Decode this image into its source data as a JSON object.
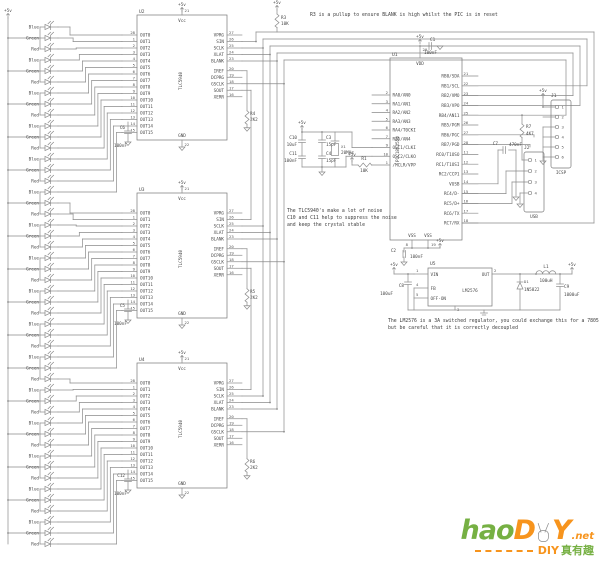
{
  "power": {
    "vcc": "+5v",
    "vin": "+9v"
  },
  "notes": {
    "pullup": "R3 is a pullup to ensure BLANK is high whilst the PIC is in reset",
    "noise_l1": "The TLC5940's make a lot of noise",
    "noise_l2": "C10 and C11 help to suppress the noise",
    "noise_l3": "and keep the crystal stable",
    "reg_l1": "The LM2576 is a 3A switched regulator, you could exchange this for a 7805",
    "reg_l2": "but be careful that it is correctly decoupled"
  },
  "leds": {
    "colors": [
      "Blue",
      "Green",
      "Red"
    ],
    "group_count": 16
  },
  "tlc": {
    "part": "TLC5940",
    "chips": [
      {
        "ref": "U2",
        "cap_ref": "C6",
        "cap_val": "100nF",
        "res_ref": "R4",
        "res_val": "2K2"
      },
      {
        "ref": "U3",
        "cap_ref": "C5",
        "cap_val": "100nF",
        "res_ref": "R5",
        "res_val": "2K2"
      },
      {
        "ref": "U4",
        "cap_ref": "C12",
        "cap_val": "100nF",
        "res_ref": "R6",
        "res_val": "2K2"
      }
    ],
    "left_pins": [
      {
        "num": "28",
        "name": "OUT0"
      },
      {
        "num": "1",
        "name": "OUT1"
      },
      {
        "num": "2",
        "name": "OUT2"
      },
      {
        "num": "3",
        "name": "OUT3"
      },
      {
        "num": "4",
        "name": "OUT4"
      },
      {
        "num": "5",
        "name": "OUT5"
      },
      {
        "num": "6",
        "name": "OUT6"
      },
      {
        "num": "7",
        "name": "OUT7"
      },
      {
        "num": "8",
        "name": "OUT8"
      },
      {
        "num": "9",
        "name": "OUT9"
      },
      {
        "num": "10",
        "name": "OUT10"
      },
      {
        "num": "11",
        "name": "OUT11"
      },
      {
        "num": "12",
        "name": "OUT12"
      },
      {
        "num": "13",
        "name": "OUT13"
      },
      {
        "num": "14",
        "name": "OUT14"
      },
      {
        "num": "15",
        "name": "OUT15"
      }
    ],
    "right_pins": [
      {
        "num": "27",
        "name": "VPRG"
      },
      {
        "num": "26",
        "name": "SIN"
      },
      {
        "num": "25",
        "name": "SCLK"
      },
      {
        "num": "24",
        "name": "XLAT"
      },
      {
        "num": "23",
        "name": "BLANK"
      },
      {
        "num": "20",
        "name": "IREF"
      },
      {
        "num": "19",
        "name": "DCPRG"
      },
      {
        "num": "18",
        "name": "GSCLK"
      },
      {
        "num": "17",
        "name": "SOUT"
      },
      {
        "num": "16",
        "name": "XERR"
      }
    ],
    "vcc": {
      "num": "21",
      "name": "Vcc"
    },
    "gnd": {
      "num": "22",
      "name": "GND"
    }
  },
  "pic": {
    "ref": "U1",
    "part": "PIC18F2550",
    "left_pins": [
      {
        "num": "2",
        "name": "RA0/AN0"
      },
      {
        "num": "3",
        "name": "RA1/AN1"
      },
      {
        "num": "4",
        "name": "RA2/AN2"
      },
      {
        "num": "5",
        "name": "RA3/AN3"
      },
      {
        "num": "6",
        "name": "RA4/T0CKI"
      },
      {
        "num": "7",
        "name": "RA5/AN4"
      },
      {
        "num": "9",
        "name": "OSC1/CLKI"
      },
      {
        "num": "10",
        "name": "OSC2/CLKO"
      },
      {
        "num": "1",
        "name": "/MCLR/VPP"
      }
    ],
    "right_pins": [
      {
        "num": "21",
        "name": "RB0/SDA"
      },
      {
        "num": "22",
        "name": "RB1/SCL"
      },
      {
        "num": "23",
        "name": "RB2/VMO"
      },
      {
        "num": "24",
        "name": "RB3/VPO"
      },
      {
        "num": "25",
        "name": "RB4/AN11"
      },
      {
        "num": "26",
        "name": "RB5/PGM"
      },
      {
        "num": "27",
        "name": "RB6/PGC"
      },
      {
        "num": "28",
        "name": "RB7/PGD"
      },
      {
        "num": "11",
        "name": "RC0/T1OSO"
      },
      {
        "num": "12",
        "name": "RC1/T1OSI"
      },
      {
        "num": "13",
        "name": "RC2/CCP1"
      },
      {
        "num": "14",
        "name": "VUSB"
      },
      {
        "num": "15",
        "name": "RC4/D-"
      },
      {
        "num": "16",
        "name": "RC5/D+"
      },
      {
        "num": "17",
        "name": "RC6/TX"
      },
      {
        "num": "18",
        "name": "RC7/RX"
      }
    ],
    "vdd": {
      "num": "20",
      "name": "VDD"
    },
    "vss": {
      "num1": "8",
      "num2": "19",
      "name": "VSS"
    },
    "cap_top": {
      "ref": "C1",
      "val": "100nF"
    },
    "cap_bot": {
      "ref": "C2",
      "val": "100nF"
    }
  },
  "crystal": {
    "x_ref": "X1",
    "x_val": "20MHz",
    "c10": {
      "ref": "C10",
      "val": "10uF"
    },
    "c11": {
      "ref": "C11",
      "val": "100nF"
    },
    "c3": {
      "ref": "C3",
      "val": "15pF"
    },
    "c4": {
      "ref": "C4",
      "val": "15pF"
    }
  },
  "r1": {
    "ref": "R1",
    "val": "10K"
  },
  "r3": {
    "ref": "R3",
    "val": "10K"
  },
  "icsp": {
    "ref": "J1",
    "label": "ICSP",
    "pins": [
      "1",
      "2",
      "3",
      "4",
      "5",
      "6"
    ]
  },
  "usb": {
    "ref": "J2",
    "label": "USB",
    "pins": [
      "1",
      "2",
      "3",
      "4"
    ],
    "res_ref": "R7",
    "res_val": "4K7",
    "cap_ref": "C7",
    "cap_val": "470nF"
  },
  "regulator": {
    "ref": "U5",
    "part": "LM2576",
    "pin_in": {
      "num": "1",
      "name": "VIN"
    },
    "pin_out": {
      "num": "2",
      "name": "OUT"
    },
    "pin_gnd": {
      "num": "3"
    },
    "pin_fb": {
      "num": "4",
      "name": "FB"
    },
    "pin_onoff": {
      "num": "5",
      "name": "OFF-ON"
    },
    "l1": {
      "ref": "L1",
      "val": "100uH"
    },
    "d1": {
      "ref": "D1",
      "val": "1N5822"
    },
    "cin": {
      "ref": "C8",
      "val": "100uF"
    },
    "cout": {
      "ref": "C9",
      "val": "1000uF"
    }
  },
  "watermark": {
    "hao": "hao",
    "d": "D",
    "y": "Y",
    "net": ".net",
    "tag_diy": "DIY",
    "tag_cn": "真有趣",
    "green": "#76b043",
    "orange": "#f7941d"
  }
}
